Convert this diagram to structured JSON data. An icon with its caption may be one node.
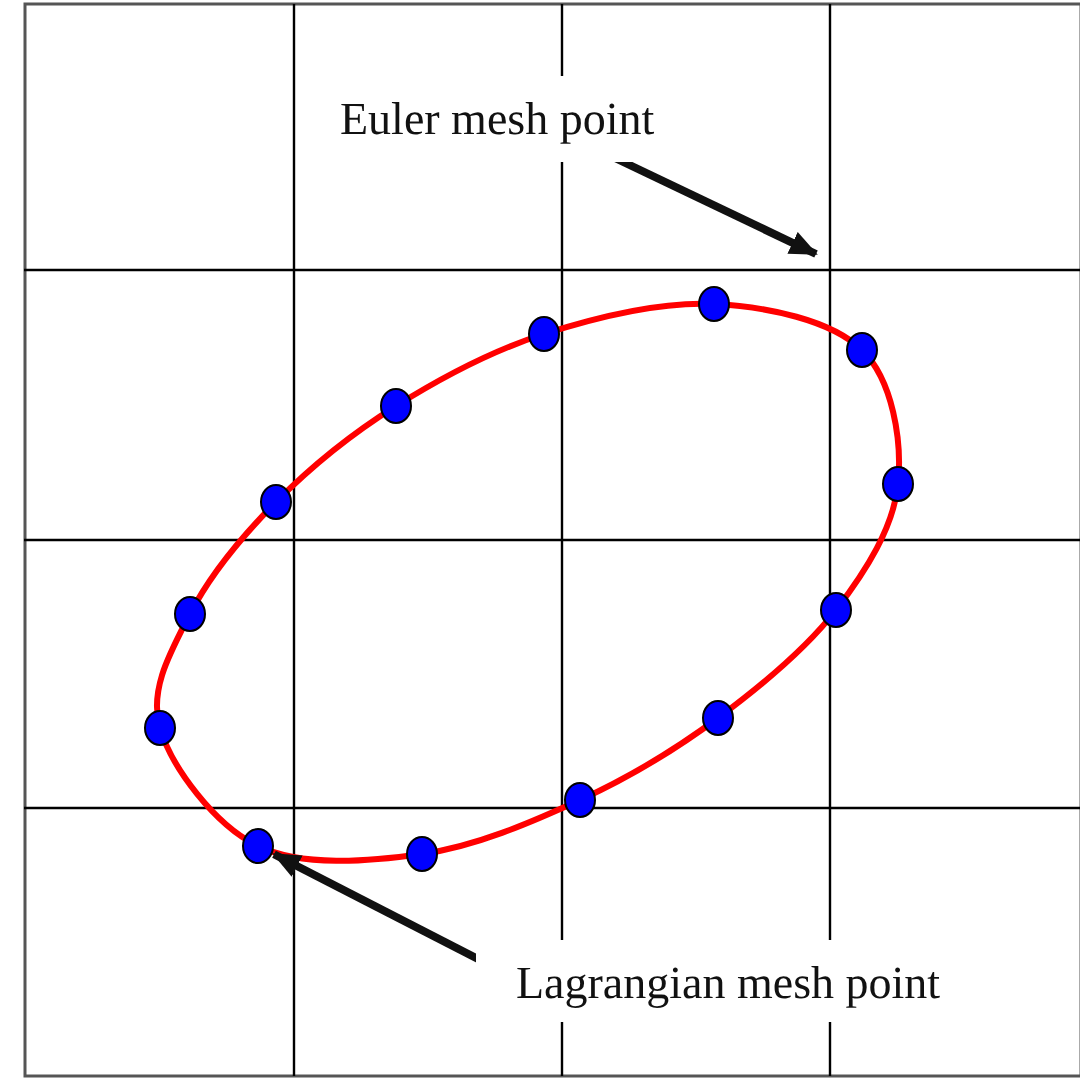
{
  "diagram": {
    "nodes": [
      {
        "text": [
          "Euler mesh point"
        ]
      },
      {
        "text": [
          "Lagrangian mesh point"
        ]
      },
      {
        "text": [],
        "shape": "circle"
      }
    ],
    "edges": [
      {
        "from": 0,
        "to": null,
        "arrow": "to"
      },
      {
        "from": 1,
        "to": 2,
        "arrow": "to"
      }
    ]
  }
}
